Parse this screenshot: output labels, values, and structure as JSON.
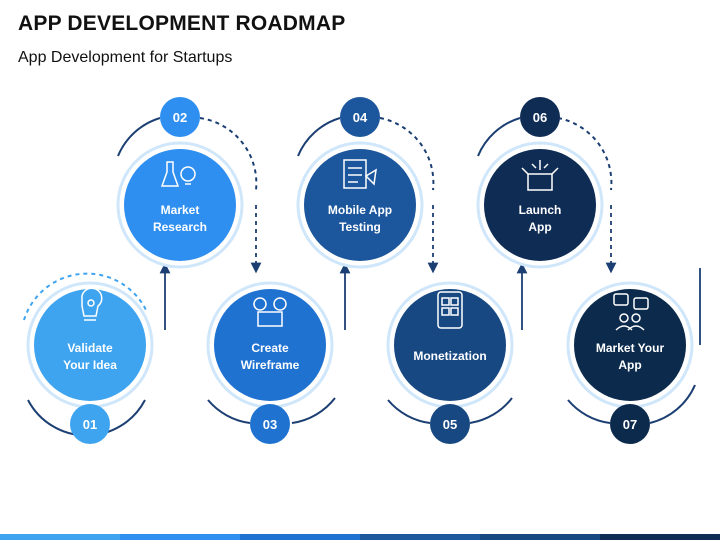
{
  "title": "APP DEVELOPMENT ROADMAP",
  "subtitle": "App Development for Startups",
  "colors": {
    "step1": "#3fa4f0",
    "step2": "#2f8ff0",
    "step3": "#1f72d0",
    "step4": "#1c569c",
    "step5": "#174882",
    "step6": "#0f2c55",
    "step7": "#0c2a4c",
    "connector": "#1c3f73"
  },
  "steps": [
    {
      "number": "01",
      "line1": "Validate",
      "line2": "Your Idea",
      "icon": "lightbulb-gears-icon"
    },
    {
      "number": "02",
      "line1": "Market",
      "line2": "Research",
      "icon": "research-flask-bulb-icon"
    },
    {
      "number": "03",
      "line1": "Create",
      "line2": "Wireframe",
      "icon": "wireframe-tools-icon"
    },
    {
      "number": "04",
      "line1": "Mobile App",
      "line2": "Testing",
      "icon": "checklist-testing-icon"
    },
    {
      "number": "05",
      "line1": "Monetization",
      "line2": "",
      "icon": "mobile-screen-icon"
    },
    {
      "number": "06",
      "line1": "Launch",
      "line2": "App",
      "icon": "open-box-launch-icon"
    },
    {
      "number": "07",
      "line1": "Market Your",
      "line2": "App",
      "icon": "social-media-people-icon"
    }
  ]
}
